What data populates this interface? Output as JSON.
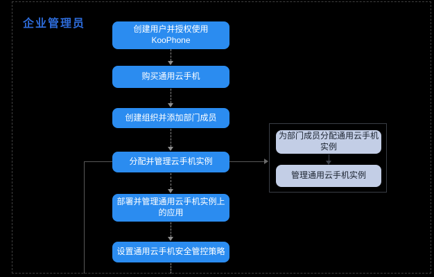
{
  "canvas": {
    "background": "#000000",
    "border_color": "#414141"
  },
  "title": {
    "text": "企业管理员",
    "color": "#2d6bd9"
  },
  "colors": {
    "main_node_bg": "#2b8cf0",
    "main_node_text": "#ffffff",
    "branch_node_bg": "#c3cee6",
    "branch_node_text": "#1c2430",
    "connector": "#8c8c8c",
    "loop_line": "#5a5a5a",
    "group_border": "#3a3e46"
  },
  "flow": {
    "steps": [
      {
        "label": "创建用户并授权使用\nKooPhone"
      },
      {
        "label": "购买通用云手机"
      },
      {
        "label": "创建组织并添加部门成员"
      },
      {
        "label": "分配并管理云手机实例"
      },
      {
        "label": "部署并管理通用云手机实例上\n的应用"
      },
      {
        "label": "设置通用云手机安全管控策略"
      }
    ],
    "branch": {
      "steps": [
        {
          "label": "为部门成员分配通用云手机\n实例"
        },
        {
          "label": "管理通用云手机实例"
        }
      ]
    }
  }
}
